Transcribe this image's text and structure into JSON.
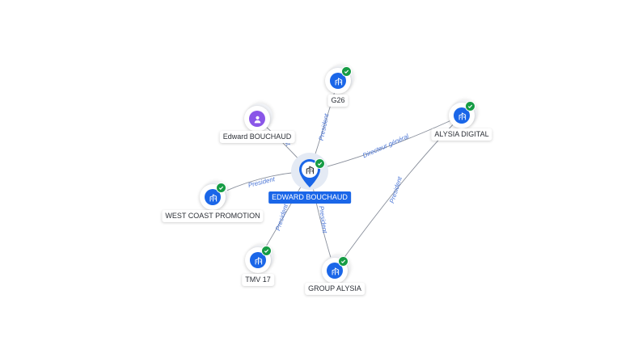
{
  "colors": {
    "accent": "#1a66e8",
    "check": "#169c45",
    "person": "#8a56e8",
    "edge": "#8a909c",
    "edge_label": "#4a75d6",
    "halo": "#e4eaf4"
  },
  "center": {
    "name": "EDWARD BOUCHAUD",
    "icon": "building-icon"
  },
  "nodes": [
    {
      "id": "g26",
      "name": "G26",
      "icon": "building-icon",
      "verified": true
    },
    {
      "id": "edward-person",
      "name": "Edward BOUCHAUD",
      "icon": "person-icon",
      "verified": false
    },
    {
      "id": "alysia-digital",
      "name": "ALYSIA DIGITAL",
      "icon": "building-icon",
      "verified": true
    },
    {
      "id": "west-coast",
      "name": "WEST COAST PROMOTION",
      "icon": "building-icon",
      "verified": true
    },
    {
      "id": "tmv17",
      "name": "TMV 17",
      "icon": "building-icon",
      "verified": true
    },
    {
      "id": "group-alysia",
      "name": "GROUP ALYSIA",
      "icon": "building-icon",
      "verified": true
    }
  ],
  "edges": [
    {
      "from": "center",
      "to": "g26",
      "label": "President"
    },
    {
      "from": "edward-person",
      "to": "center",
      "label": "ent"
    },
    {
      "from": "center",
      "to": "alysia-digital",
      "label": "Directeur général"
    },
    {
      "from": "center",
      "to": "west-coast",
      "label": "President"
    },
    {
      "from": "center",
      "to": "tmv17",
      "label": "President"
    },
    {
      "from": "center",
      "to": "group-alysia",
      "label": "President"
    },
    {
      "from": "group-alysia",
      "to": "alysia-digital",
      "label": "President"
    }
  ]
}
